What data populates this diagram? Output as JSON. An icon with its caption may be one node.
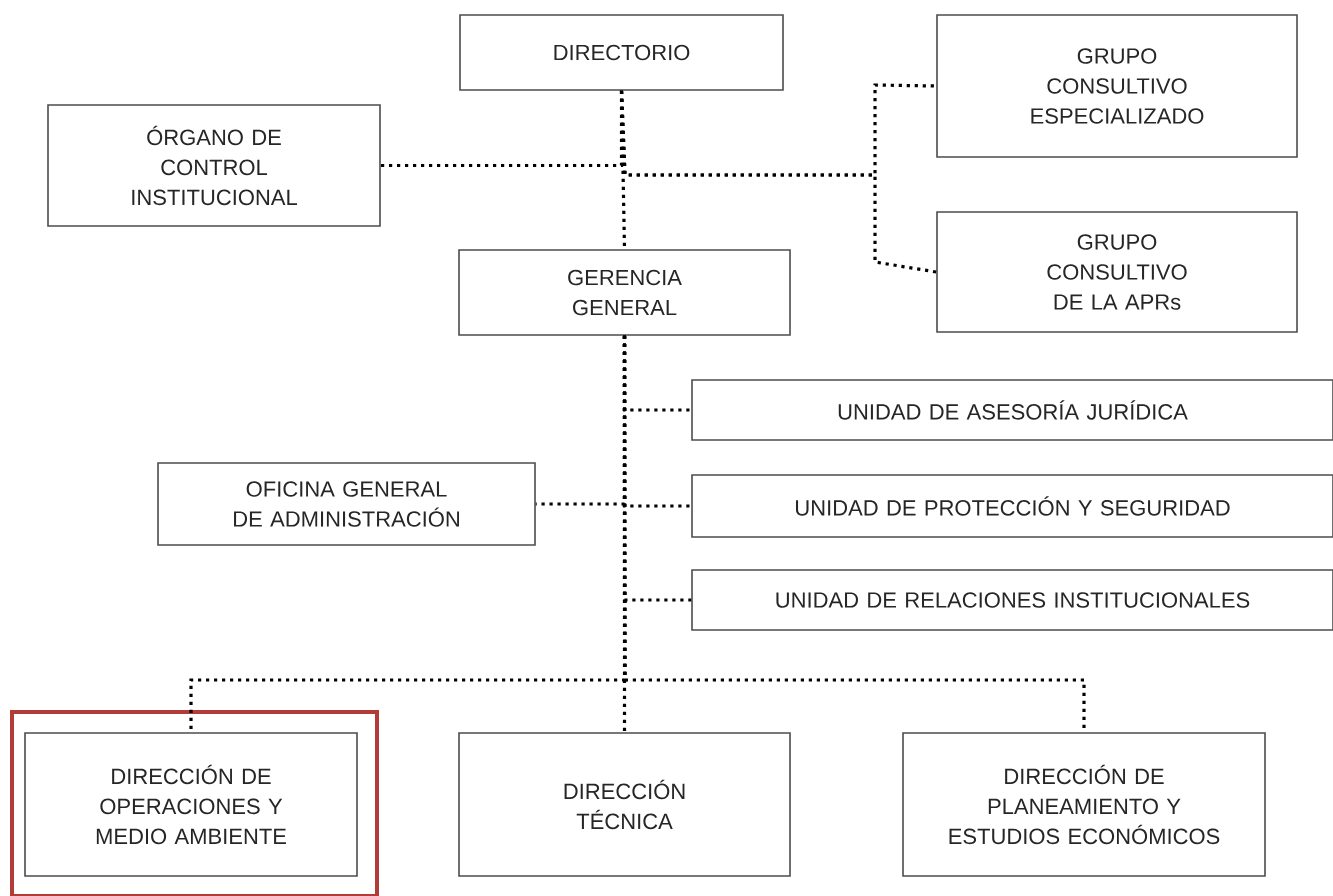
{
  "diagram": {
    "nodes": [
      {
        "text": [
          "DIRECTORIO"
        ]
      },
      {
        "text": [
          "ÓRGANO DE CONTROL INSTITUCIONAL"
        ]
      },
      {
        "text": [
          "GRUPO CONSULTIVO ESPECIALIZADO"
        ]
      },
      {
        "text": [
          "GRUPO CONSULTIVO DE LA APRs"
        ]
      },
      {
        "text": [
          "GERENCIA GENERAL"
        ]
      },
      {
        "text": [
          "UNIDAD DE ASESORÍA JURÍDICA"
        ]
      },
      {
        "text": [
          "OFICINA GENERAL DE ADMINISTRACIÓN"
        ]
      },
      {
        "text": [
          "UNIDAD DE PROTECCIÓN Y SEGURIDAD"
        ]
      },
      {
        "text": [
          "UNIDAD DE RELACIONES INSTITUCIONALES"
        ]
      },
      {
        "text": [
          "DIRECCIÓN DE OPERACIONES Y MEDIO AMBIENTE"
        ]
      },
      {
        "text": [
          "DIRECCIÓN TÉCNICA"
        ]
      },
      {
        "text": [
          "DIRECCIÓN DE PLANEAMIENTO Y ESTUDIOS ECONÓMICOS"
        ]
      }
    ],
    "edges": [
      {
        "from": 0,
        "to": 4,
        "arrow": "none"
      },
      {
        "from": 0,
        "to": 1,
        "arrow": "none"
      },
      {
        "from": 0,
        "to": 2,
        "arrow": "none"
      },
      {
        "from": 0,
        "to": 3,
        "arrow": "none"
      },
      {
        "from": 4,
        "to": 5,
        "arrow": "none"
      },
      {
        "from": 4,
        "to": 6,
        "arrow": "none"
      },
      {
        "from": 4,
        "to": 7,
        "arrow": "none"
      },
      {
        "from": 4,
        "to": 8,
        "arrow": "none"
      },
      {
        "from": 4,
        "to": 9,
        "arrow": "none"
      },
      {
        "from": 4,
        "to": 10,
        "arrow": "none"
      },
      {
        "from": 4,
        "to": 11,
        "arrow": "none"
      }
    ]
  }
}
